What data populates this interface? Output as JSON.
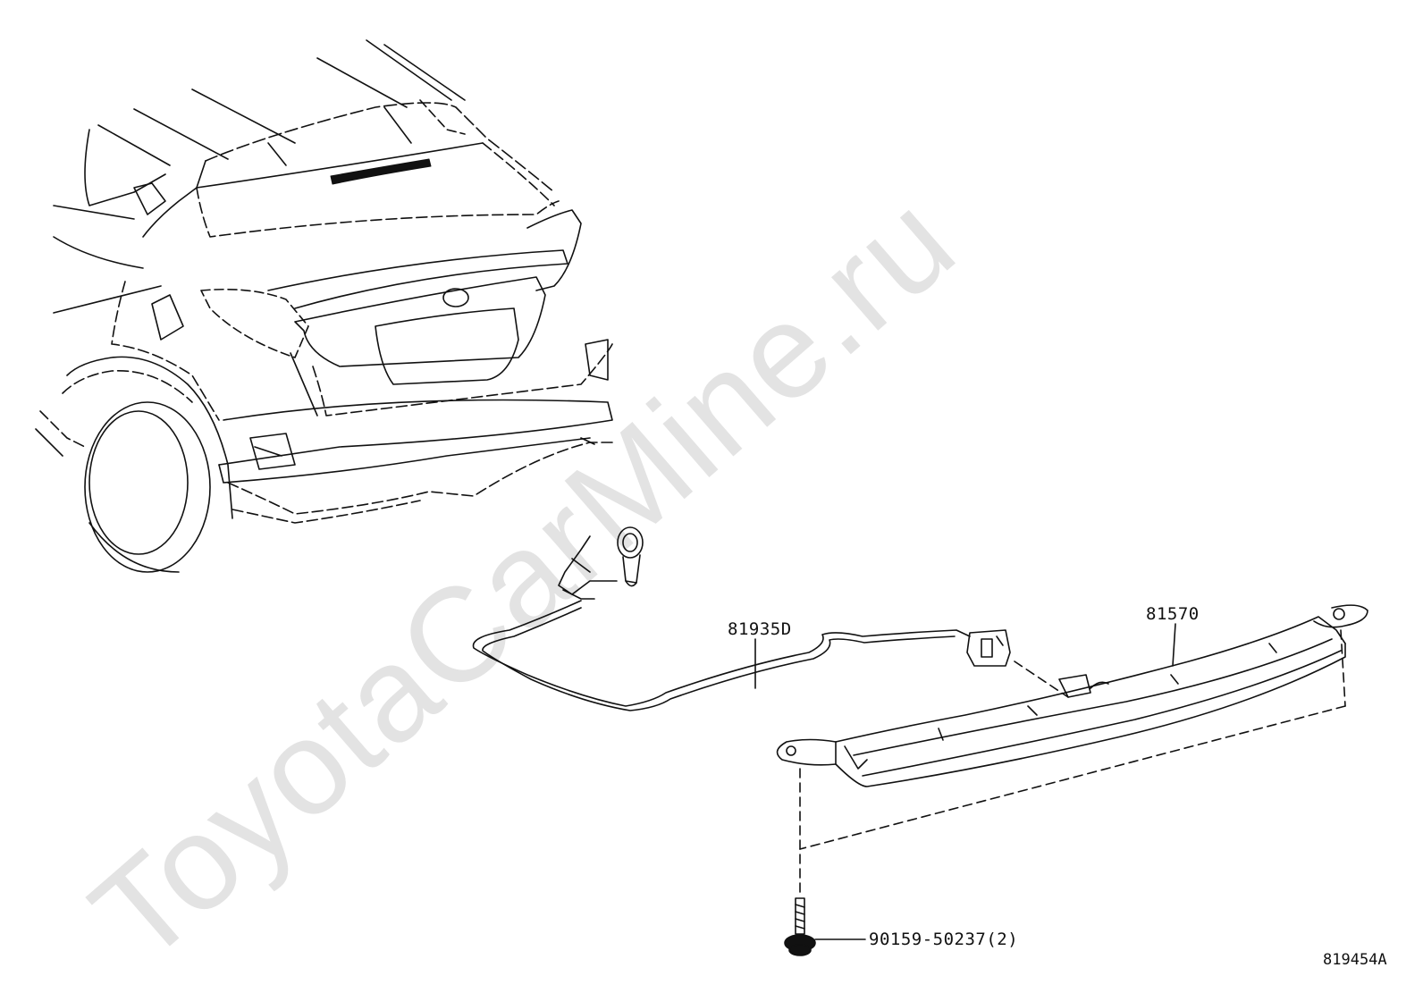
{
  "watermark": "ToyotaCarMine.ru",
  "figure_id": "819454A",
  "parts": [
    {
      "number": "81935D"
    },
    {
      "number": "81570"
    },
    {
      "number": "90159-50237(2)"
    }
  ],
  "colors": {
    "line": "#111111",
    "watermark": "#e3e3e3",
    "background": "#ffffff"
  }
}
